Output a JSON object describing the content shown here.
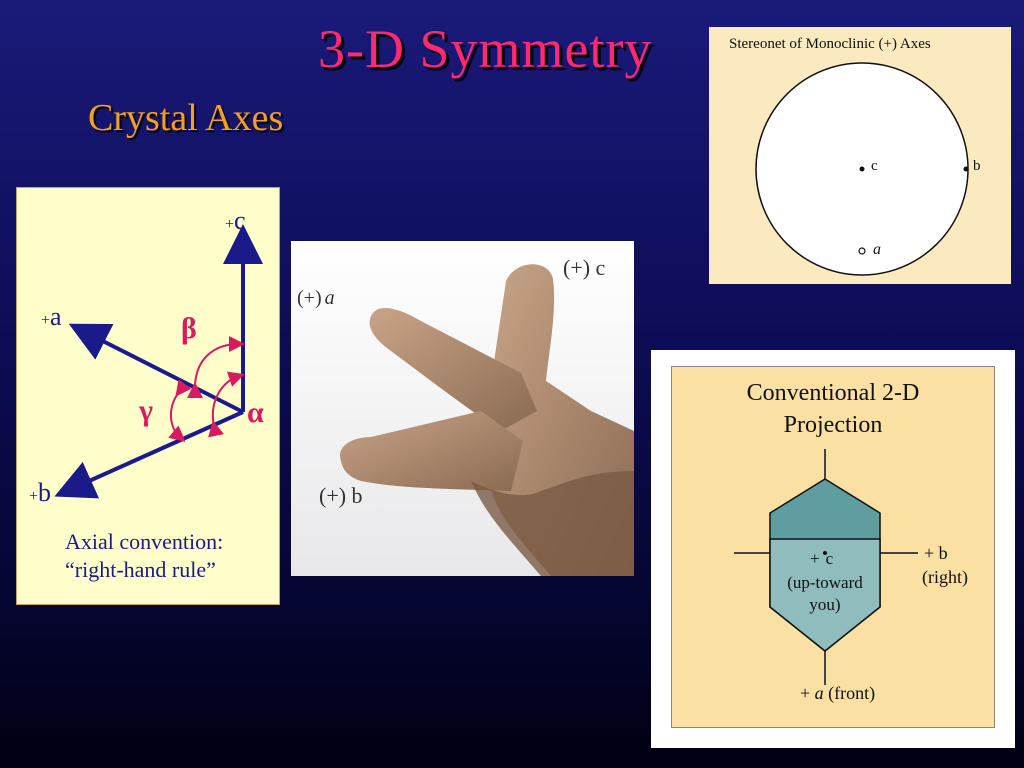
{
  "slide": {
    "title": "3-D Symmetry",
    "subtitle": "Crystal Axes"
  },
  "axes_panel": {
    "label_c": "c",
    "label_a": "a",
    "label_b": "b",
    "plus": "+",
    "alpha": "α",
    "beta": "β",
    "gamma": "γ",
    "caption_line1": "Axial convention:",
    "caption_line2": "“right-hand rule”",
    "colors": {
      "axis": "#1a1a8a",
      "angle": "#d81b60",
      "background": "#ffffcc"
    }
  },
  "hand_photo": {
    "label_c": "(+) c",
    "label_a_prefix": "(+)",
    "label_a": "a",
    "label_b": "(+) b"
  },
  "stereonet": {
    "title": "Stereonet of Monoclinic (+) Axes",
    "label_c": "c",
    "label_b": "b",
    "label_a": "a"
  },
  "projection": {
    "title_line1": "Conventional 2-D",
    "title_line2": "Projection",
    "center_label_1": "+",
    "center_label_c": "c",
    "center_label_2": "(up-toward",
    "center_label_3": "you)",
    "right_label_1": "+ b",
    "right_label_2": "(right)",
    "bottom_label_prefix": "+",
    "bottom_label_a": "a",
    "bottom_label_suffix": "(front)",
    "colors": {
      "crystal": "#5f9ea0",
      "background": "#fbe0a4"
    }
  }
}
